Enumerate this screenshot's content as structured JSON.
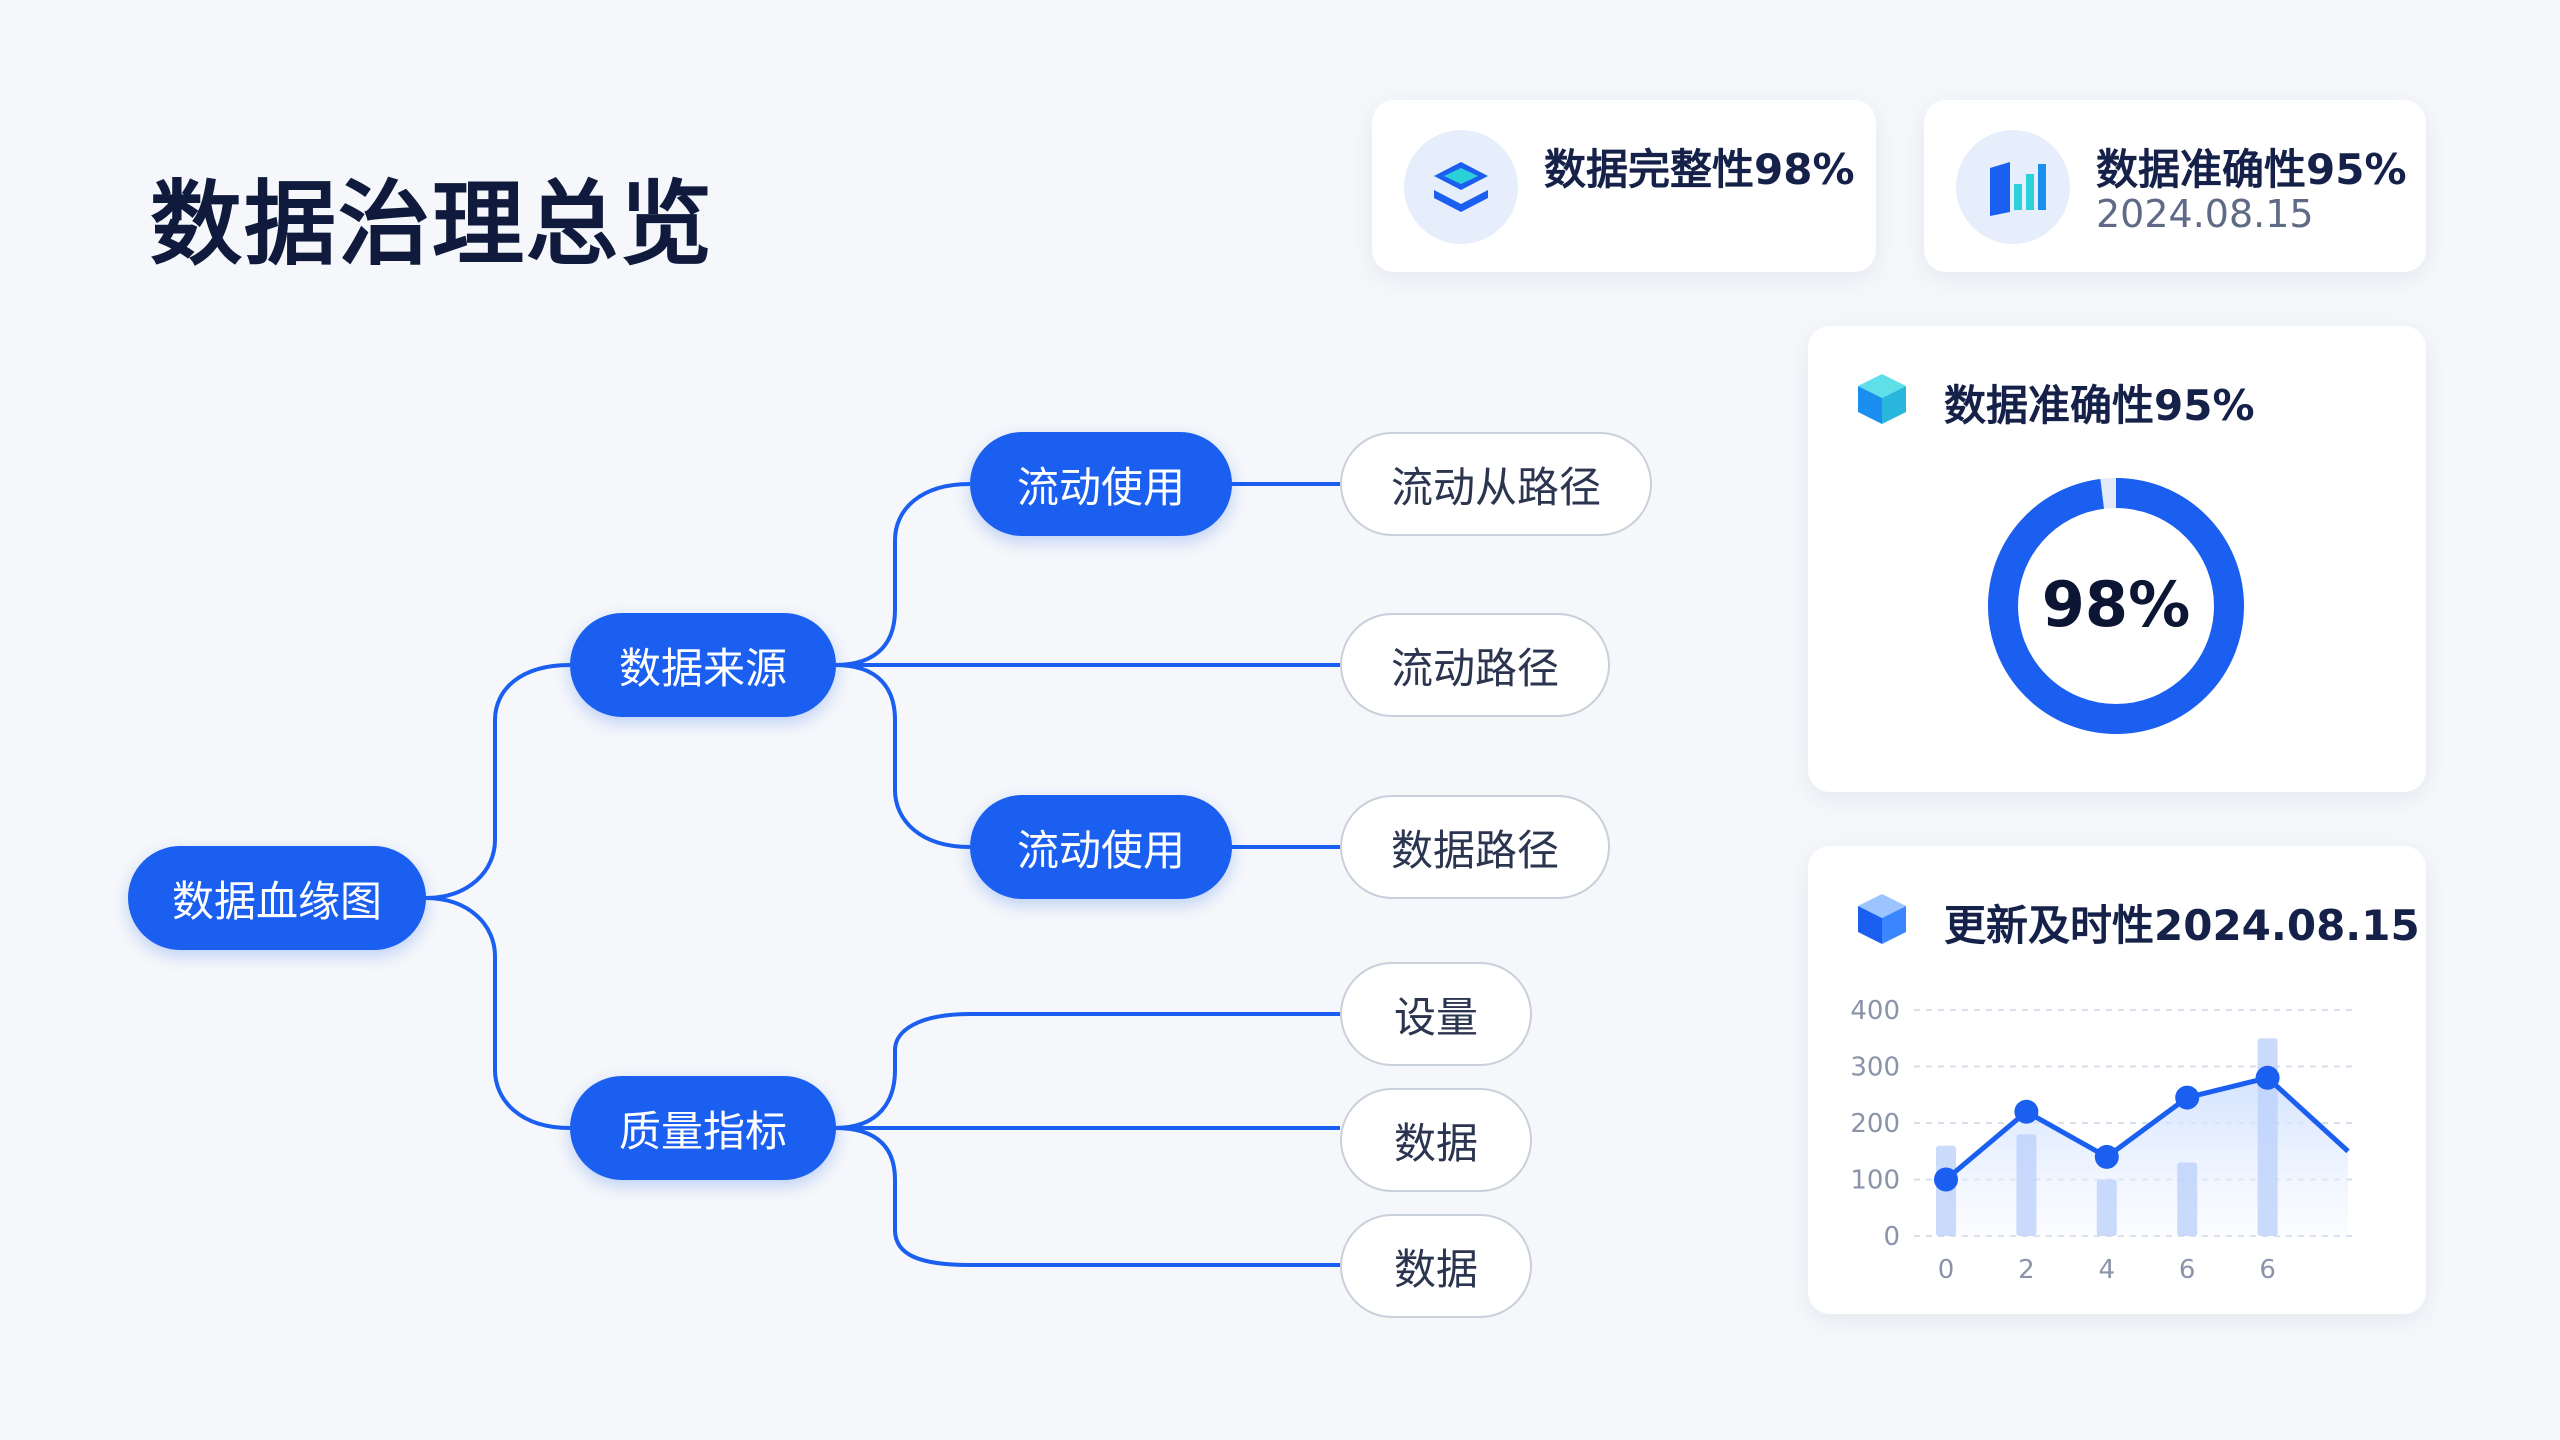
{
  "title": "数据治理总览",
  "stat_cards": [
    {
      "title": "数据完整性98%",
      "subtitle": "",
      "icon": "layers-icon"
    },
    {
      "title": "数据准确性95%",
      "subtitle": "2024.08.15",
      "icon": "book-chart-icon"
    }
  ],
  "accuracy_panel": {
    "title": "数据准确性95%",
    "icon": "cube-icon",
    "donut_value": 98,
    "donut_label": "98%"
  },
  "timeliness_panel": {
    "title": "更新及时性2024.08.15",
    "icon": "box-icon"
  },
  "mindmap": {
    "root": "数据血缘图",
    "branch_a": "数据来源",
    "branch_b": "质量指标",
    "mid_top": "流动使用",
    "mid_bottom": "流动使用",
    "leaf_1": "流动从路径",
    "leaf_2": "流动路径",
    "leaf_3": "数据路径",
    "leaf_4": "设量",
    "leaf_5": "数据",
    "leaf_6": "数据"
  },
  "colors": {
    "accent": "#1a5ff0",
    "accent_light": "#2aa0e6",
    "donut_track": "#e2e9f7",
    "background": "#f5f7fa"
  },
  "chart_data": {
    "type": "line",
    "x_ticks": [
      "0",
      "2",
      "4",
      "6",
      "6"
    ],
    "y_ticks": [
      "0",
      "100",
      "200",
      "300",
      "400"
    ],
    "ylim": [
      0,
      400
    ],
    "line": [
      100,
      220,
      140,
      245,
      280,
      150
    ],
    "bars": [
      160,
      180,
      100,
      130,
      350
    ],
    "grid": true
  }
}
